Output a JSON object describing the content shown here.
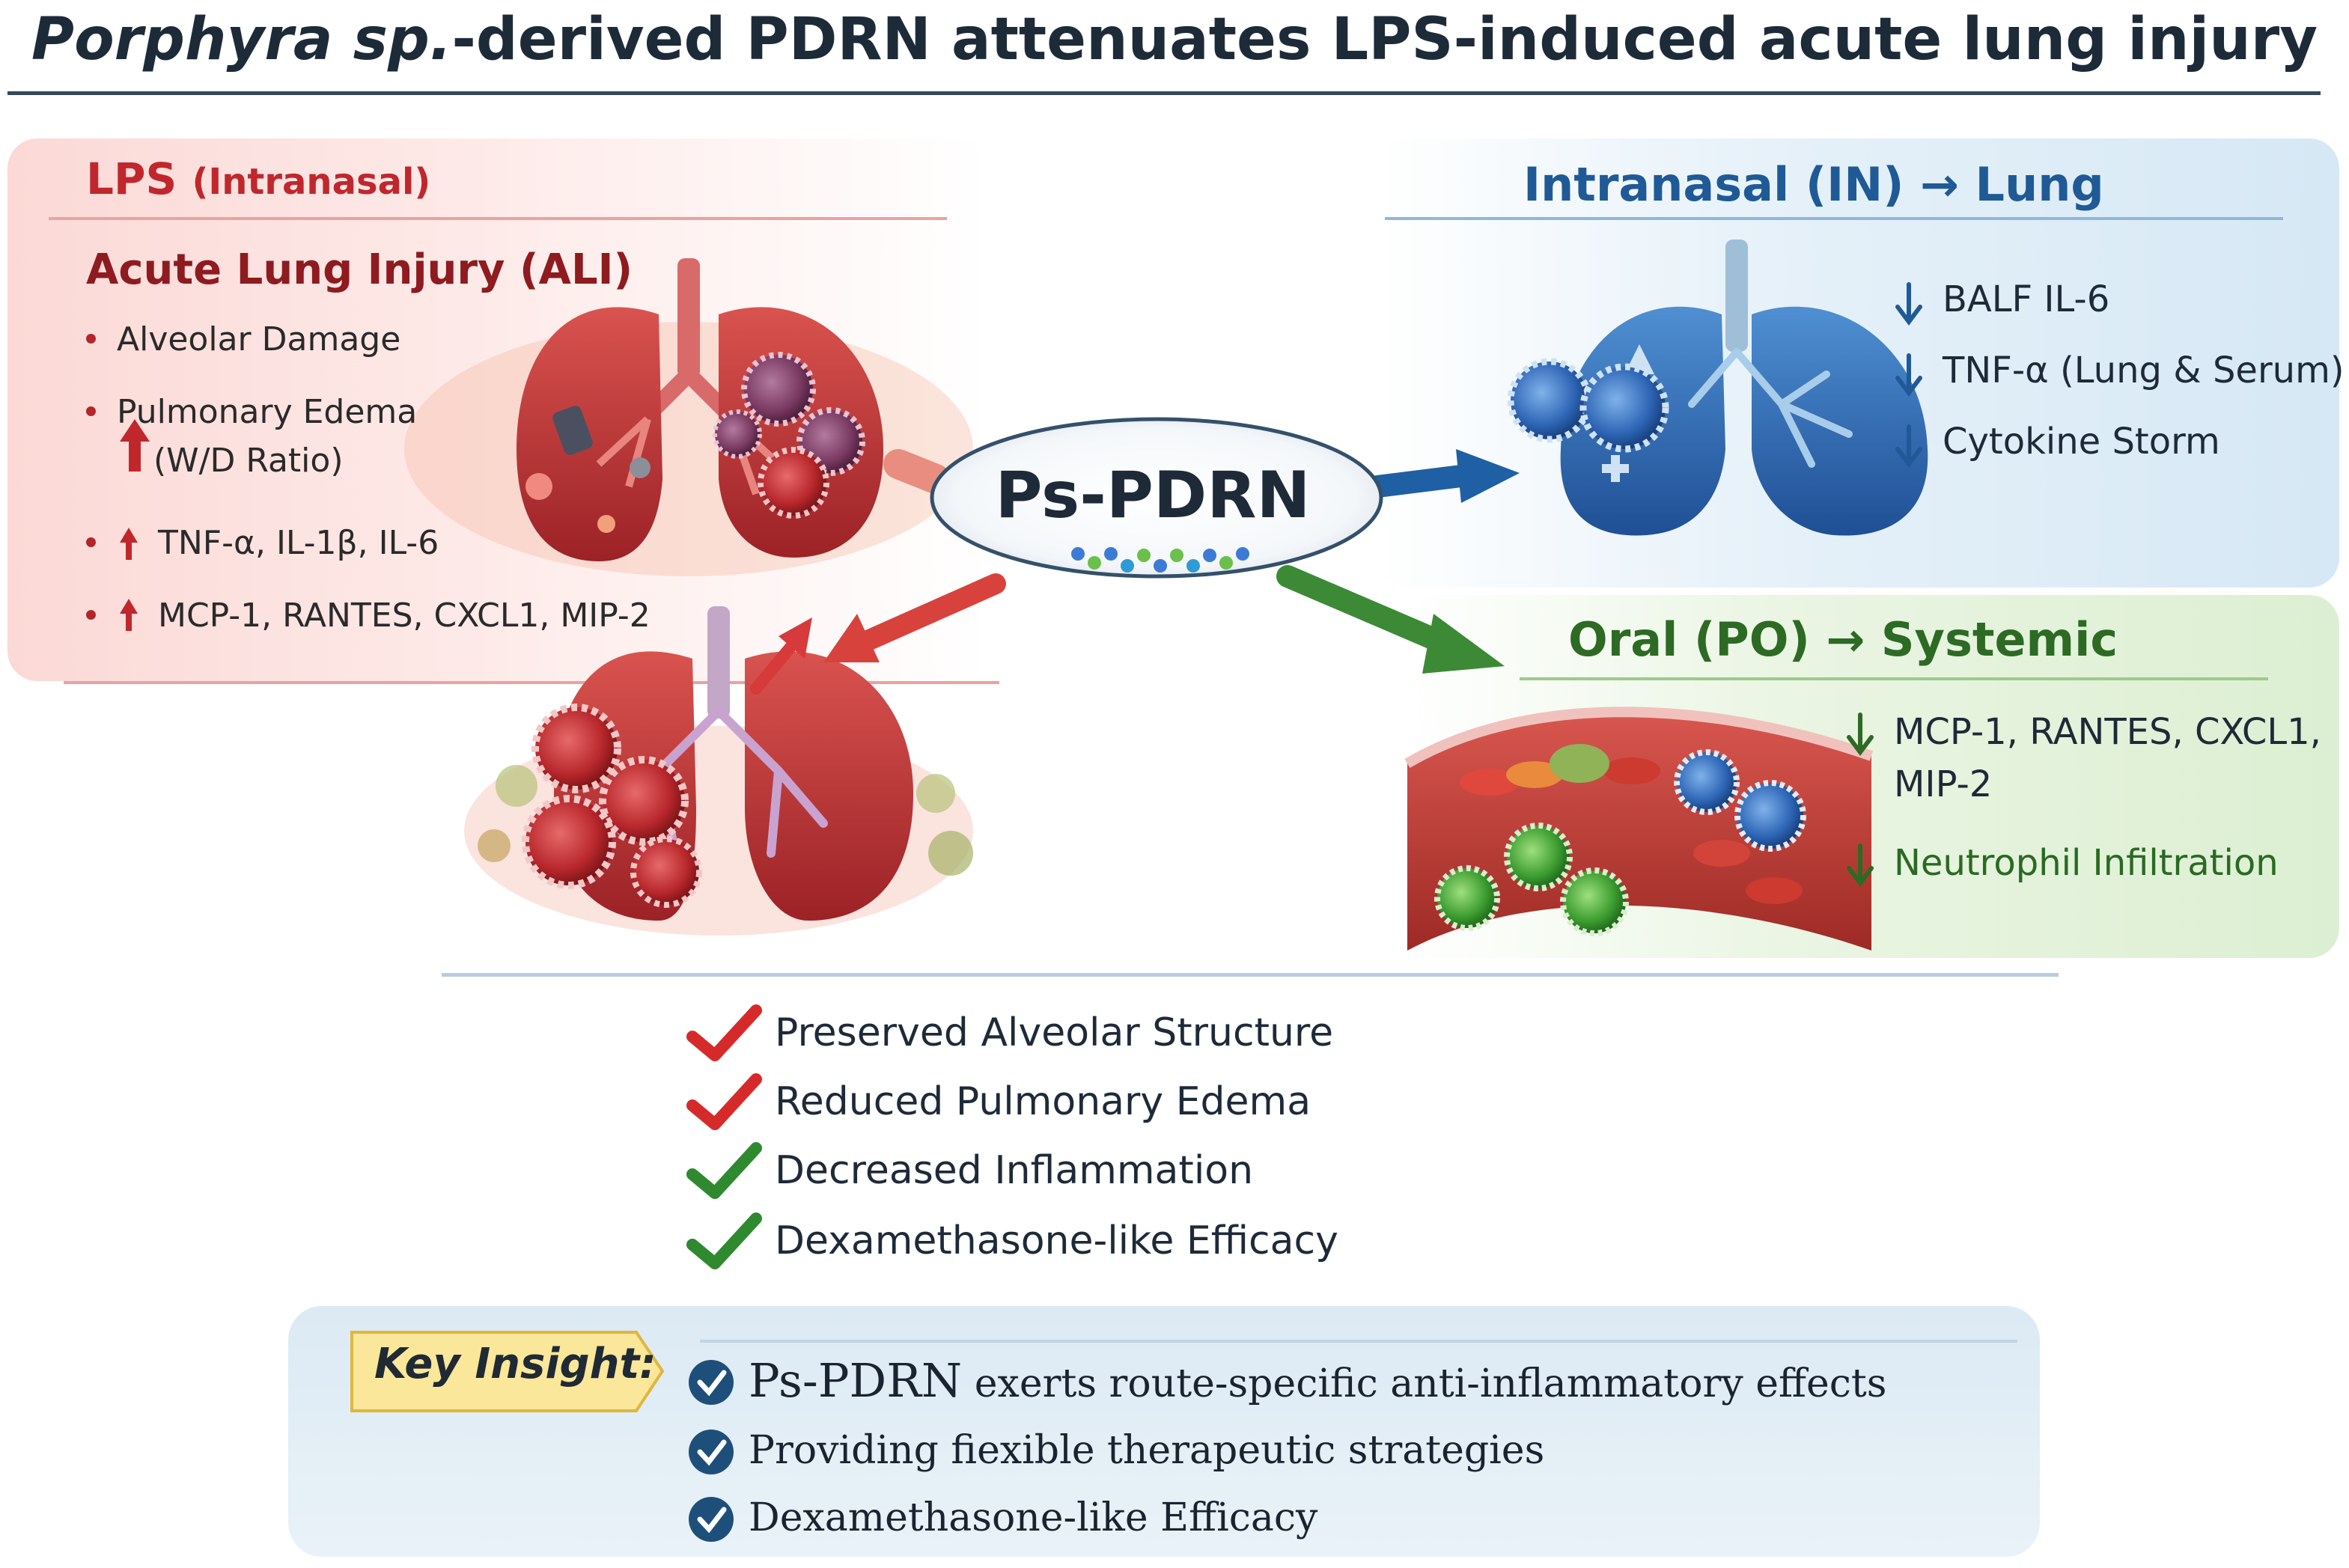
{
  "title": {
    "italic_part": "Porphyra sp.",
    "rest": "-derived PDRN attenuates LPS-induced acute lung injury"
  },
  "lps_panel": {
    "heading": "LPS",
    "heading_note": "(Intranasal)",
    "subheading": "Acute Lung Injury (ALI)",
    "items": [
      "Alveolar Damage",
      "Pulmonary Edema",
      "TNF-α, IL-1β, IL-6",
      "MCP-1, RANTES, CXCL1, MIP-2"
    ],
    "edema_note": "(W/D Ratio)"
  },
  "hub": {
    "label": "Ps-PDRN"
  },
  "intranasal_panel": {
    "heading": "Intranasal (IN) → Lung",
    "items": [
      "BALF IL-6",
      "TNF-α (Lung & Serum)",
      "Cytokine Storm"
    ]
  },
  "oral_panel": {
    "heading": "Oral (PO) → Systemic",
    "items": [
      "MCP-1, RANTES, CXCL1,",
      "MIP-2",
      "Neutrophil Infiltration"
    ]
  },
  "outcomes": [
    {
      "label": "Preserved Alveolar Structure",
      "color": "#d62a2a"
    },
    {
      "label": "Reduced Pulmonary Edema",
      "color": "#d62a2a"
    },
    {
      "label": "Decreased Inflammation",
      "color": "#2f8a2f"
    },
    {
      "label": "Dexamethasone-like Efficacy",
      "color": "#2f8a2f"
    }
  ],
  "insight": {
    "tag": "Key Insight:",
    "lead": "Ps-PDRN",
    "line1": "exerts route-specific anti-inflammatory effects",
    "line2": "Providing fiexible therapeutic strategies",
    "line3": "Dexamethasone-like Efficacy"
  },
  "colors": {
    "red": "#c0272d",
    "blue": "#1f5a96",
    "green": "#2d6a24",
    "navy": "#1d4f7a"
  }
}
